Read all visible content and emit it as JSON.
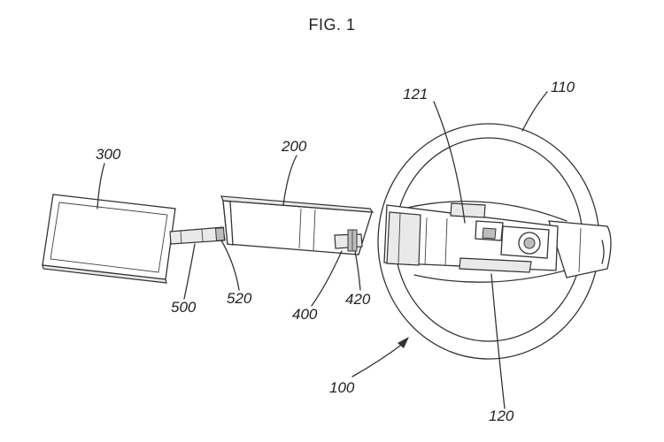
{
  "figure": {
    "title": "FIG. 1"
  },
  "labels": {
    "l110": "110",
    "l121": "121",
    "l200": "200",
    "l300": "300",
    "l500": "500",
    "l520": "520",
    "l400": "400",
    "l420": "420",
    "l100": "100",
    "l120": "120"
  }
}
